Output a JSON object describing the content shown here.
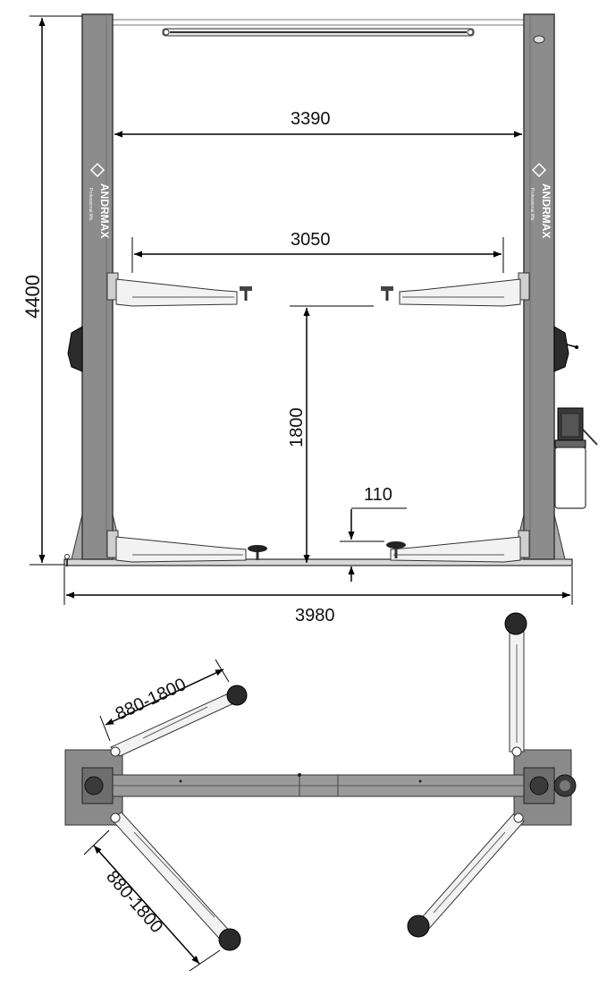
{
  "brand": {
    "name": "ANDRMAX",
    "tagline": "Professional lifts"
  },
  "dimensions": {
    "total_height": "4400",
    "inner_width_top": "3390",
    "arm_span": "3050",
    "lift_height": "1800",
    "min_pad_height": "110",
    "overall_width": "3980",
    "arm_range_upper": "880-1800",
    "arm_range_lower": "880-1800"
  },
  "colors": {
    "post_fill": "#8c8c8c",
    "post_edge": "#3a3a3a",
    "line": "#000000",
    "base_plate": "#8a8a8a",
    "arm_fill": "#f2f2f2"
  }
}
